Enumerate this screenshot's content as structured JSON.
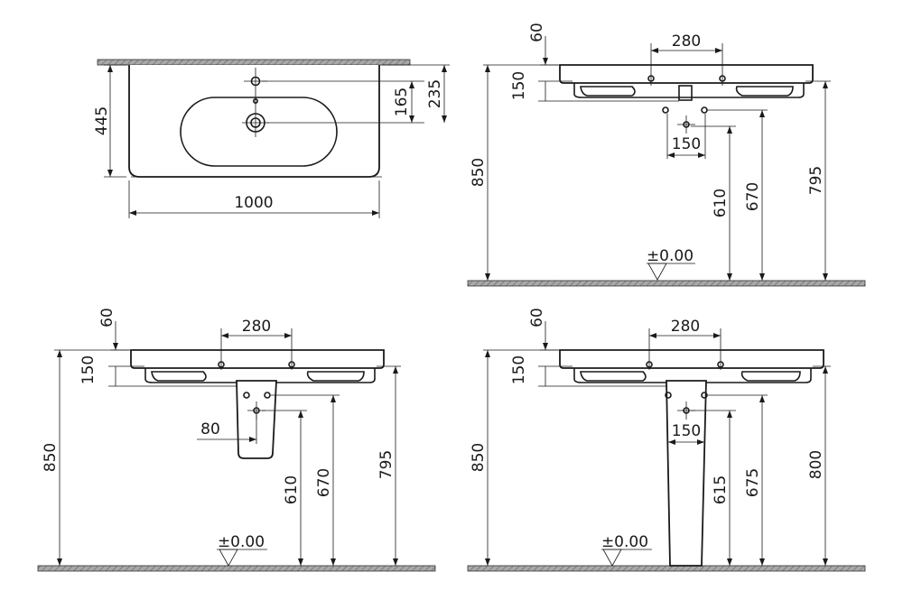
{
  "top_view": {
    "width": "1000",
    "depth": "445",
    "tap_hole_offset": "235",
    "drain_offset": "165"
  },
  "view_wall_mount": {
    "rim_thickness": "60",
    "tap_spacing": "280",
    "drop": "150",
    "hole_spacing": "150",
    "total_height": "850",
    "drain_height_1": "610",
    "drain_height_2": "670",
    "bottom_height": "795",
    "floor_level": "±0.00"
  },
  "view_half_pedestal": {
    "rim_thickness": "60",
    "tap_spacing": "280",
    "drop": "150",
    "offset": "80",
    "total_height": "850",
    "drain_height_1": "610",
    "drain_height_2": "670",
    "bottom_height": "795",
    "floor_level": "±0.00"
  },
  "view_full_pedestal": {
    "rim_thickness": "60",
    "tap_spacing": "280",
    "drop": "150",
    "hole_spacing": "150",
    "total_height": "850",
    "drain_height_1": "615",
    "drain_height_2": "675",
    "bottom_height": "800",
    "floor_level": "±0.00"
  }
}
